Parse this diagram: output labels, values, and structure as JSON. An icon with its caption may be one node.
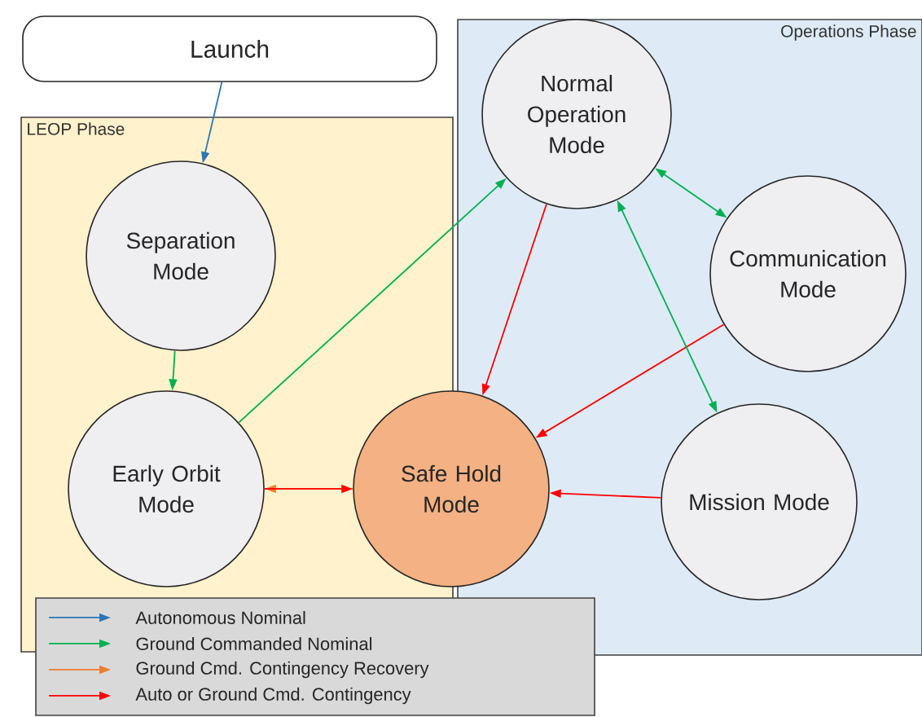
{
  "diagram": {
    "nodes": [
      {
        "text": [
          "Launch"
        ]
      },
      {
        "text": [
          "LEOP Phase"
        ]
      },
      {
        "text": [
          "Operations Phase"
        ]
      },
      {
        "text": [
          "Separation Mode"
        ],
        "in": 1
      },
      {
        "text": [
          "Early Orbit Mode"
        ],
        "in": 1
      },
      {
        "text": [
          "Safe Hold Mode"
        ]
      },
      {
        "text": [
          "Normal Operation Mode"
        ],
        "in": 2
      },
      {
        "text": [
          "Communication Mode"
        ],
        "in": 2
      },
      {
        "text": [
          "Mission Mode"
        ],
        "in": 2
      }
    ],
    "edges": [
      {
        "from": 0,
        "to": 3,
        "arrow": "to",
        "color": "#2e75b6"
      },
      {
        "from": 3,
        "to": 4,
        "arrow": "to",
        "color": "#00b050"
      },
      {
        "from": 4,
        "to": 6,
        "arrow": "to",
        "color": "#00b050"
      },
      {
        "from": 5,
        "to": 4,
        "arrow": "to",
        "color": "#ed7d31"
      },
      {
        "from": 4,
        "to": 5,
        "arrow": "to",
        "color": "#ff0000"
      },
      {
        "from": 6,
        "to": 5,
        "arrow": "to",
        "color": "#ff0000"
      },
      {
        "from": 7,
        "to": 5,
        "arrow": "to",
        "color": "#ff0000"
      },
      {
        "from": 6,
        "to": 8,
        "arrow": "both",
        "color": "#00b050"
      },
      {
        "from": 6,
        "to": 7,
        "arrow": "both",
        "color": "#00b050"
      },
      {
        "from": 8,
        "to": 5,
        "arrow": "to",
        "color": "#ff0000"
      }
    ],
    "legend": [
      {
        "text": "Autonomous Nominal",
        "color": "#2e75b6"
      },
      {
        "text": "Ground Commanded Nominal",
        "color": "#00b050"
      },
      {
        "text": "Ground Cmd. Contingency Recovery",
        "color": "#ed7d31"
      },
      {
        "text": "Auto or Ground Cmd. Contingency",
        "color": "#ff0000"
      }
    ]
  }
}
